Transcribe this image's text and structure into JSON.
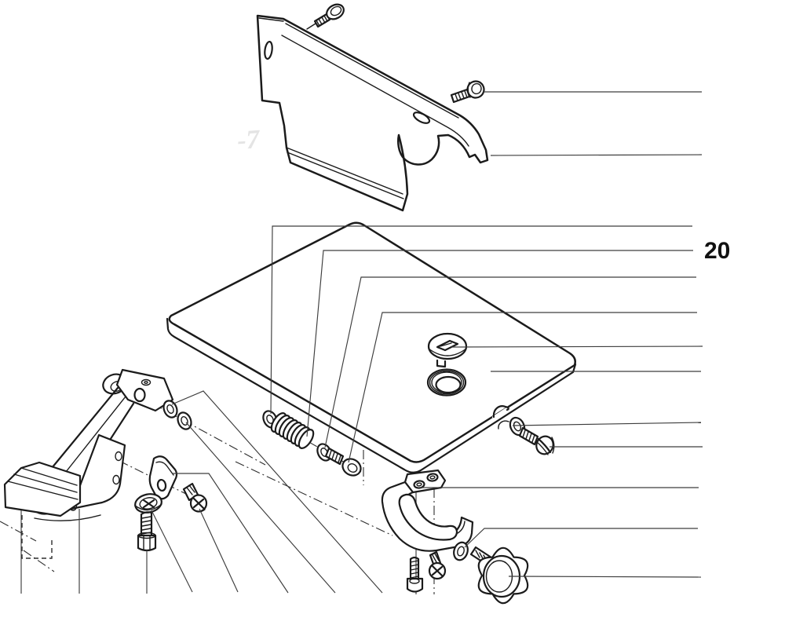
{
  "figure": {
    "callout_label": "20"
  },
  "watermark": "-7",
  "colors": {
    "ink": "#1b1b1b",
    "leader": "#3d3d3d",
    "background": "#ffffff",
    "watermark": "#e4e4e4",
    "label": "#111111"
  },
  "parts": [
    "cover-panel",
    "pan-head-screw",
    "flange-screw",
    "table-plate",
    "slotted-cap",
    "threaded-bushing",
    "lock-washer",
    "compression-spring",
    "socket-head-bolt",
    "edge-lock-washer",
    "slotted-screw",
    "pivot-bracket",
    "pivot-boss",
    "washer-pair",
    "clamp-plate",
    "flange-nut",
    "hex-bolt",
    "cross-screw",
    "toothed-block",
    "sector-bracket",
    "sector-washer",
    "star-knob",
    "knob-stud",
    "cap-screw",
    "pan-screw"
  ]
}
